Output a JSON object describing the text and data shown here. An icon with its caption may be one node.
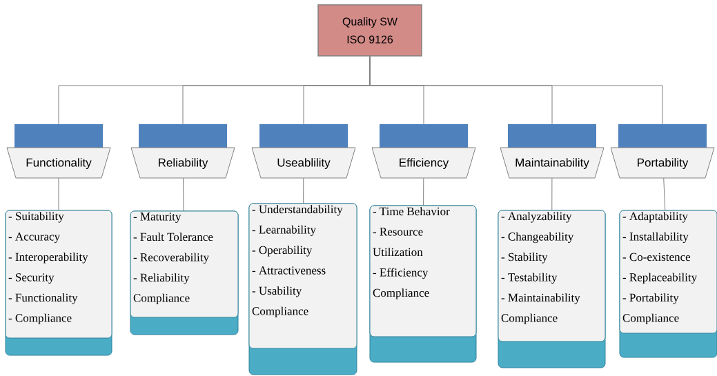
{
  "diagram": {
    "nodes": [
      {
        "text": [
          "Quality SW ISO 9126"
        ]
      },
      {
        "text": [
          "Functionality"
        ]
      },
      {
        "text": [
          "Reliability"
        ]
      },
      {
        "text": [
          "Useablility"
        ]
      },
      {
        "text": [
          "Efficiency"
        ]
      },
      {
        "text": [
          "Maintainability"
        ]
      },
      {
        "text": [
          "Portability"
        ]
      },
      {
        "text": [
          "- Suitability",
          "- Accuracy",
          "- Interoperability",
          "- Security",
          "- Functionality",
          "- Compliance"
        ]
      },
      {
        "text": [
          "- Maturity",
          "- Fault Tolerance",
          "- Recoverability",
          "- Reliability Compliance"
        ]
      },
      {
        "text": [
          "- Understandability",
          "- Learnability",
          "- Operability",
          "- Attractiveness",
          "- Usability Compliance"
        ]
      },
      {
        "text": [
          "- Time Behavior",
          "- Resource Utilization",
          "- Efficiency Compliance"
        ]
      },
      {
        "text": [
          "- Analyzability",
          "- Changeability",
          "- Stability",
          "- Testability",
          "- Maintainability Compliance"
        ]
      },
      {
        "text": [
          "- Adaptability",
          "- Installability",
          "- Co-existence",
          "- Replaceability",
          "- Portability Compliance"
        ]
      }
    ],
    "edges": [
      {
        "from": 0,
        "to": 1,
        "arrow": "none"
      },
      {
        "from": 0,
        "to": 2,
        "arrow": "none"
      },
      {
        "from": 0,
        "to": 3,
        "arrow": "none"
      },
      {
        "from": 0,
        "to": 4,
        "arrow": "none"
      },
      {
        "from": 0,
        "to": 5,
        "arrow": "none"
      },
      {
        "from": 0,
        "to": 6,
        "arrow": "none"
      },
      {
        "from": 1,
        "to": 7,
        "arrow": "none"
      },
      {
        "from": 2,
        "to": 8,
        "arrow": "none"
      },
      {
        "from": 3,
        "to": 9,
        "arrow": "none"
      },
      {
        "from": 4,
        "to": 10,
        "arrow": "none"
      },
      {
        "from": 5,
        "to": 11,
        "arrow": "none"
      },
      {
        "from": 6,
        "to": 12,
        "arrow": "none"
      }
    ]
  }
}
